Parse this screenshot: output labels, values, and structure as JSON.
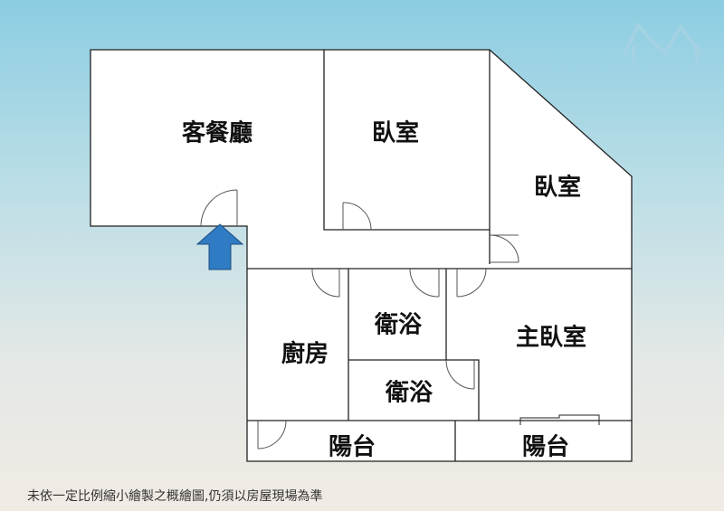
{
  "rooms": {
    "living_dining": "客餐廳",
    "bedroom_1": "臥室",
    "bedroom_2": "臥室",
    "kitchen": "廚房",
    "bathroom_1": "衛浴",
    "bathroom_2": "衛浴",
    "master_bedroom": "主臥室",
    "balcony_1": "陽台",
    "balcony_2": "陽台"
  },
  "entrance_icon": "arrow-up-icon",
  "colors": {
    "entrance_arrow": "#2f7bc4",
    "wall": "#222222"
  },
  "footer_note": "未依一定比例縮小繪製之概繪圖,仍須以房屋現場為準"
}
